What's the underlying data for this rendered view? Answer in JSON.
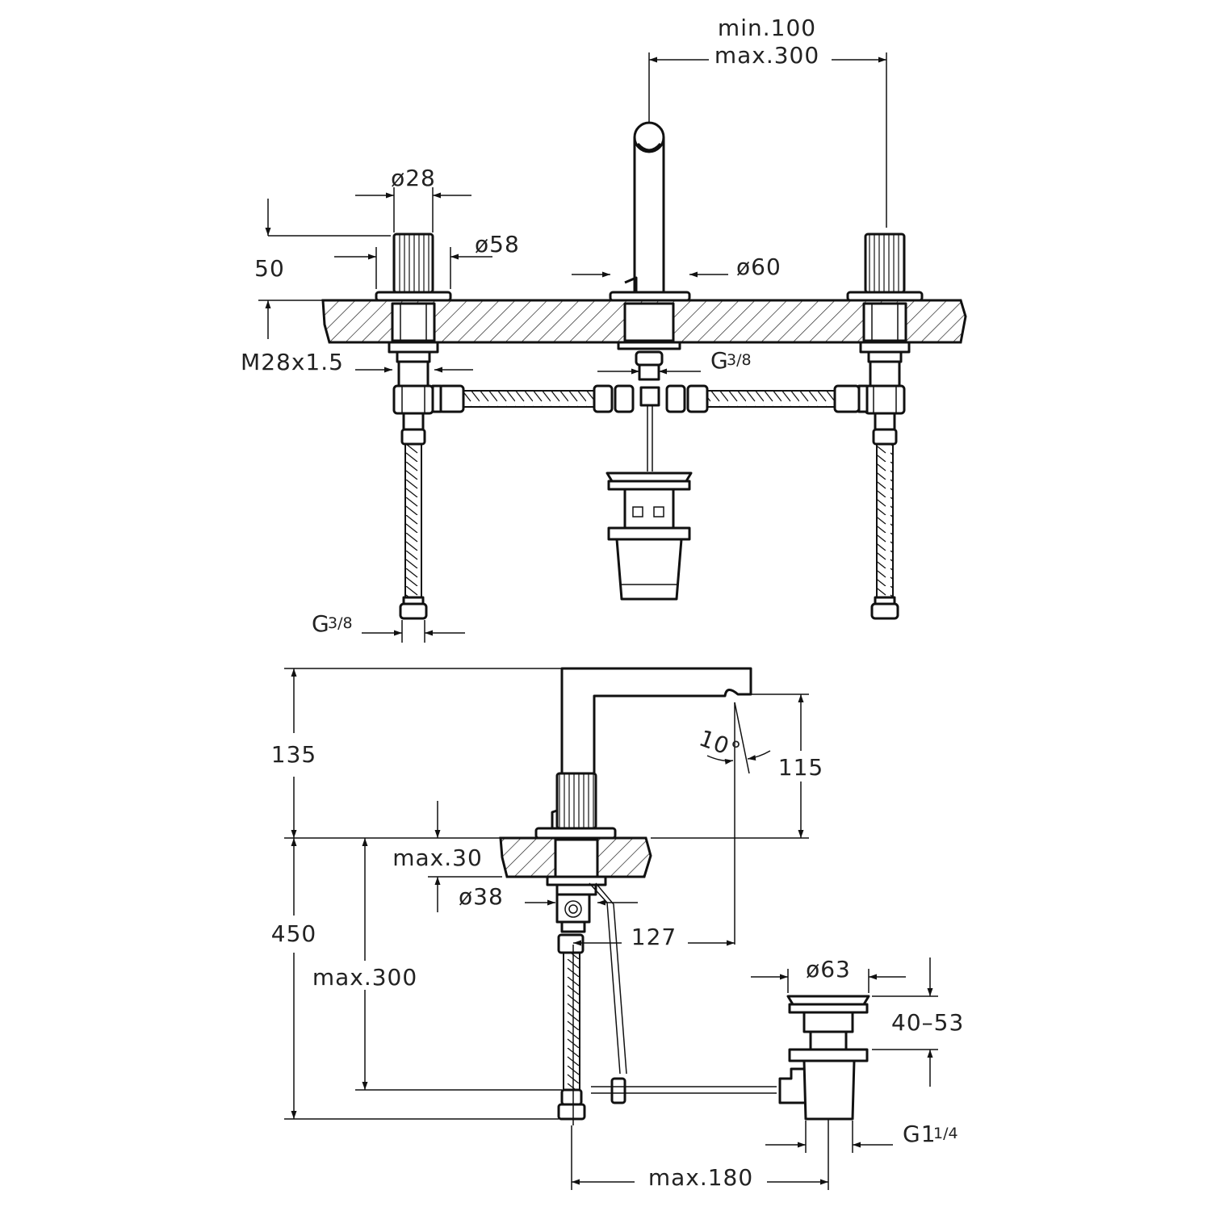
{
  "labels": {
    "spread_min": "min.100",
    "spread_max": "max.300",
    "handle_dia": "ø28",
    "rosette_dia": "ø58",
    "spout_dia": "ø60",
    "handle_height": "50",
    "thread": "M28x1.5",
    "center_conn": "G",
    "center_conn_frac": "3/8",
    "hose_conn": "G",
    "hose_conn_frac": "3/8",
    "total_height": "135",
    "outlet_height": "115",
    "angle": "10°",
    "deck_max": "max.30",
    "shank_dia": "ø38",
    "reach": "127",
    "below_deck": "450",
    "hose_max": "max.300",
    "waste_dia": "ø63",
    "waste_range": "40–53",
    "waste_thread": "G1",
    "waste_thread_frac": "1/4",
    "waste_offset": "max.180"
  }
}
